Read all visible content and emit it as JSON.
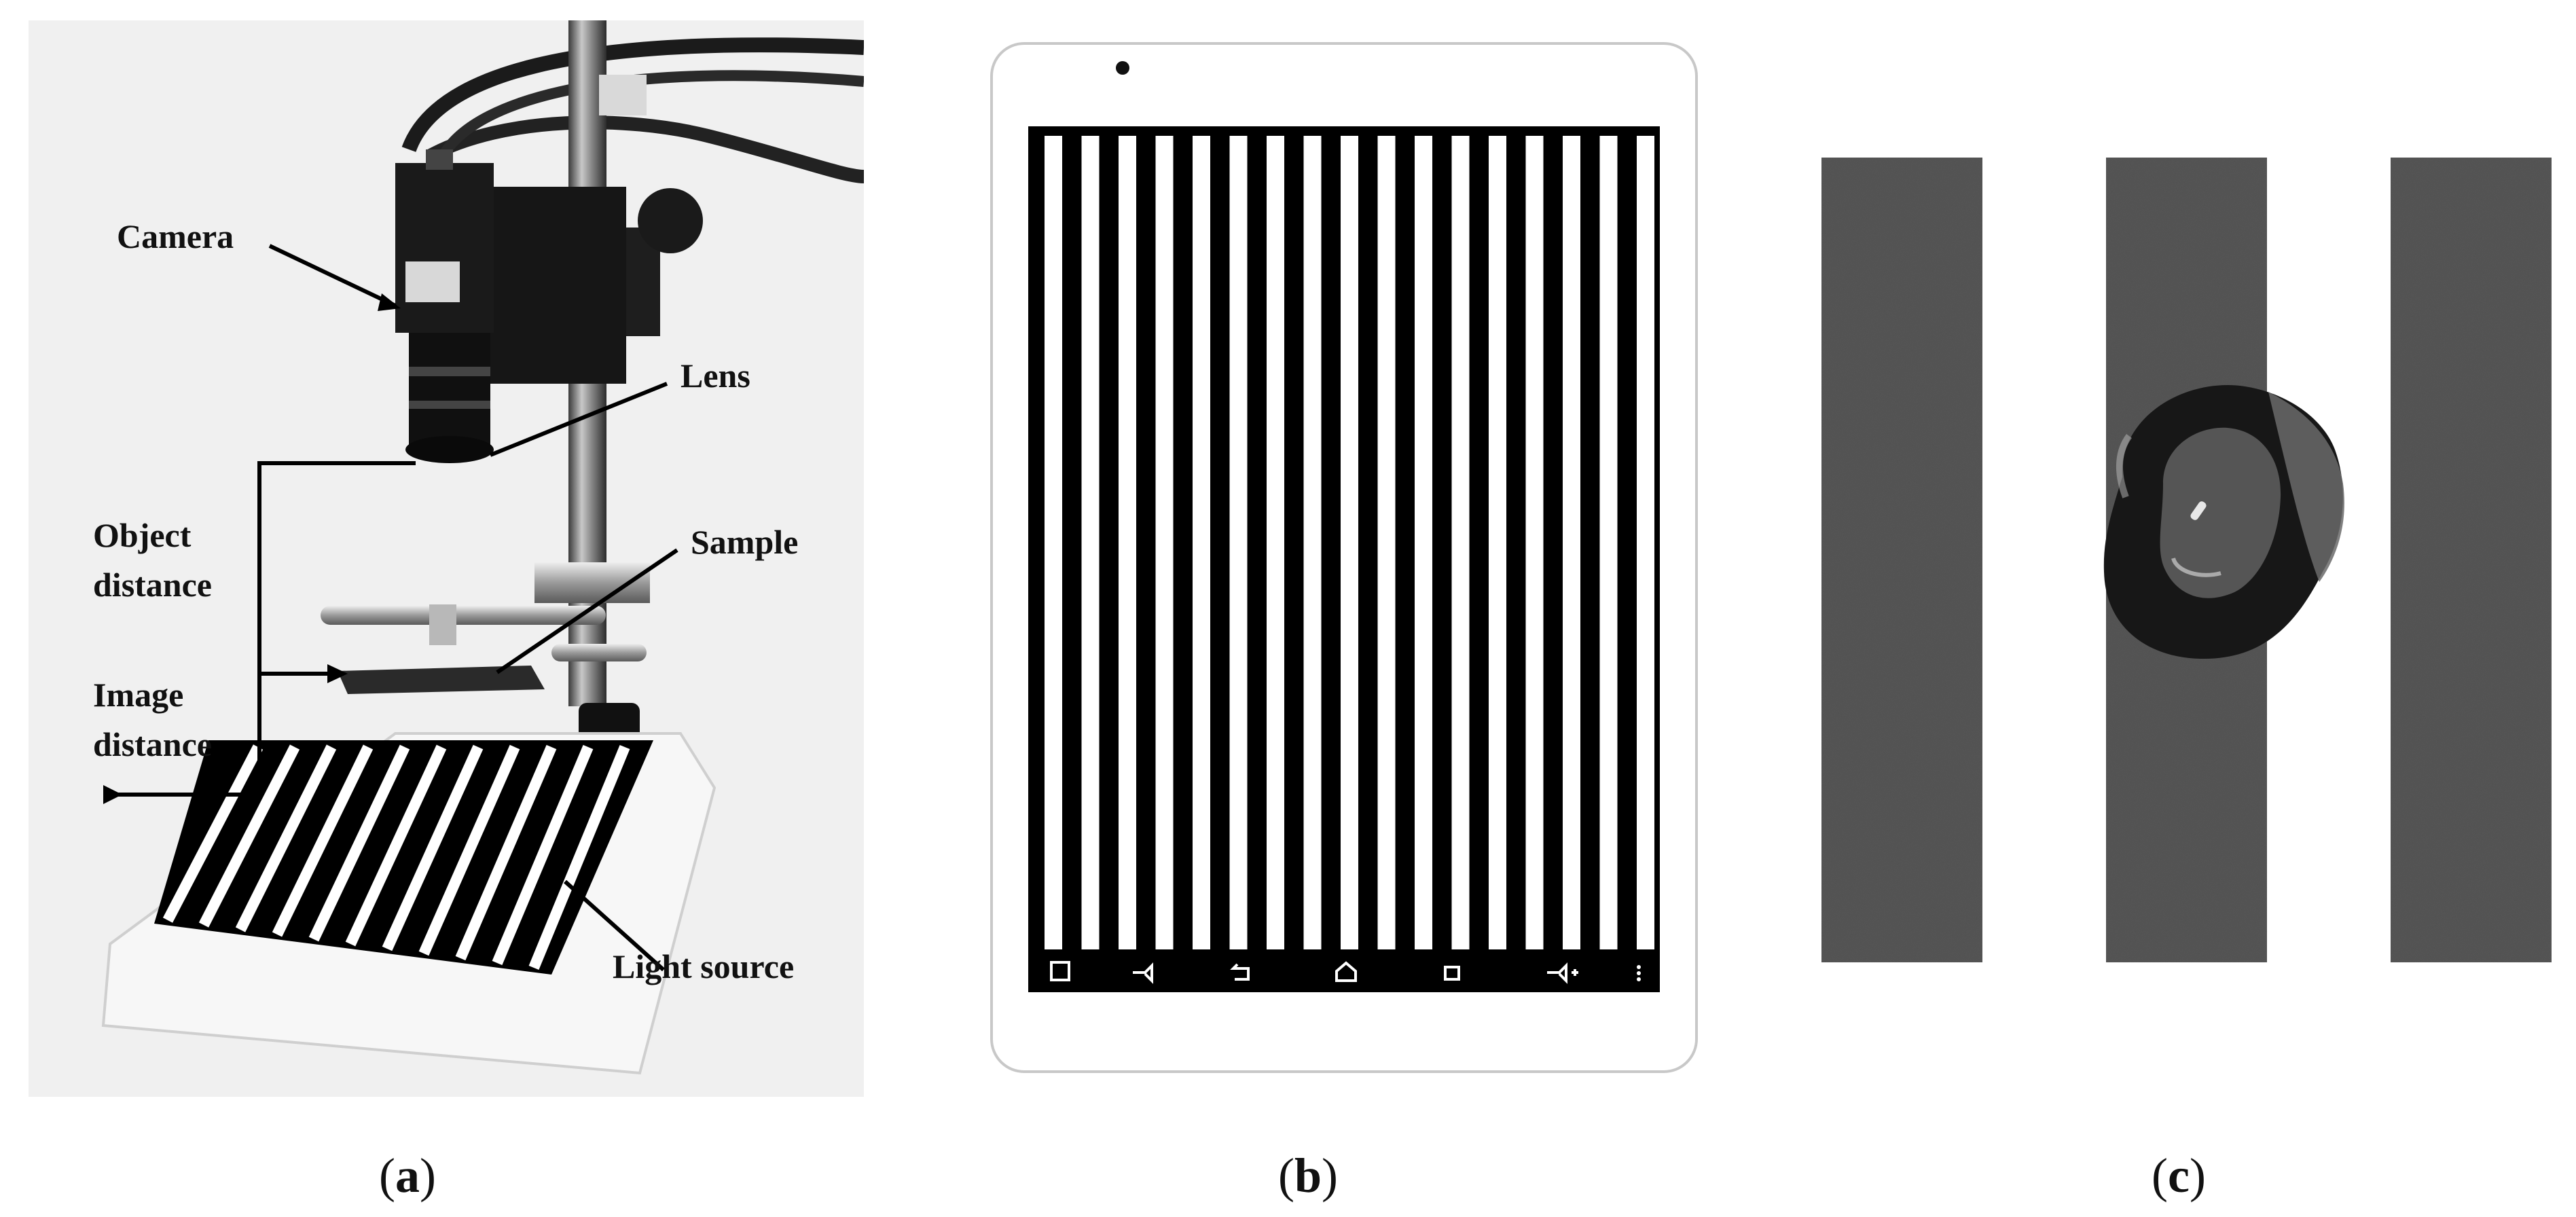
{
  "panels": [
    {
      "id": "a",
      "caption_open": "(",
      "caption_letter": "a",
      "caption_close": ")"
    },
    {
      "id": "b",
      "caption_open": "(",
      "caption_letter": "b",
      "caption_close": ")"
    },
    {
      "id": "c",
      "caption_open": "(",
      "caption_letter": "c",
      "caption_close": ")"
    }
  ],
  "labels": {
    "camera": "Camera",
    "lens": "Lens",
    "object_distance_1": "Object",
    "object_distance_2": "distance",
    "sample": "Sample",
    "image_distance_1": "Image",
    "image_distance_2": "distance",
    "light_source": "Light source"
  },
  "tablet_nav_icons": [
    "screenshot-icon",
    "volume-down-icon",
    "back-icon",
    "home-icon",
    "recent-apps-icon",
    "volume-up-icon",
    "more-icon"
  ],
  "colors": {
    "stripe_dark": "#000000",
    "stripe_light": "#ffffff",
    "xray_bar": "#555555",
    "background_a": "#f0f0f0"
  }
}
